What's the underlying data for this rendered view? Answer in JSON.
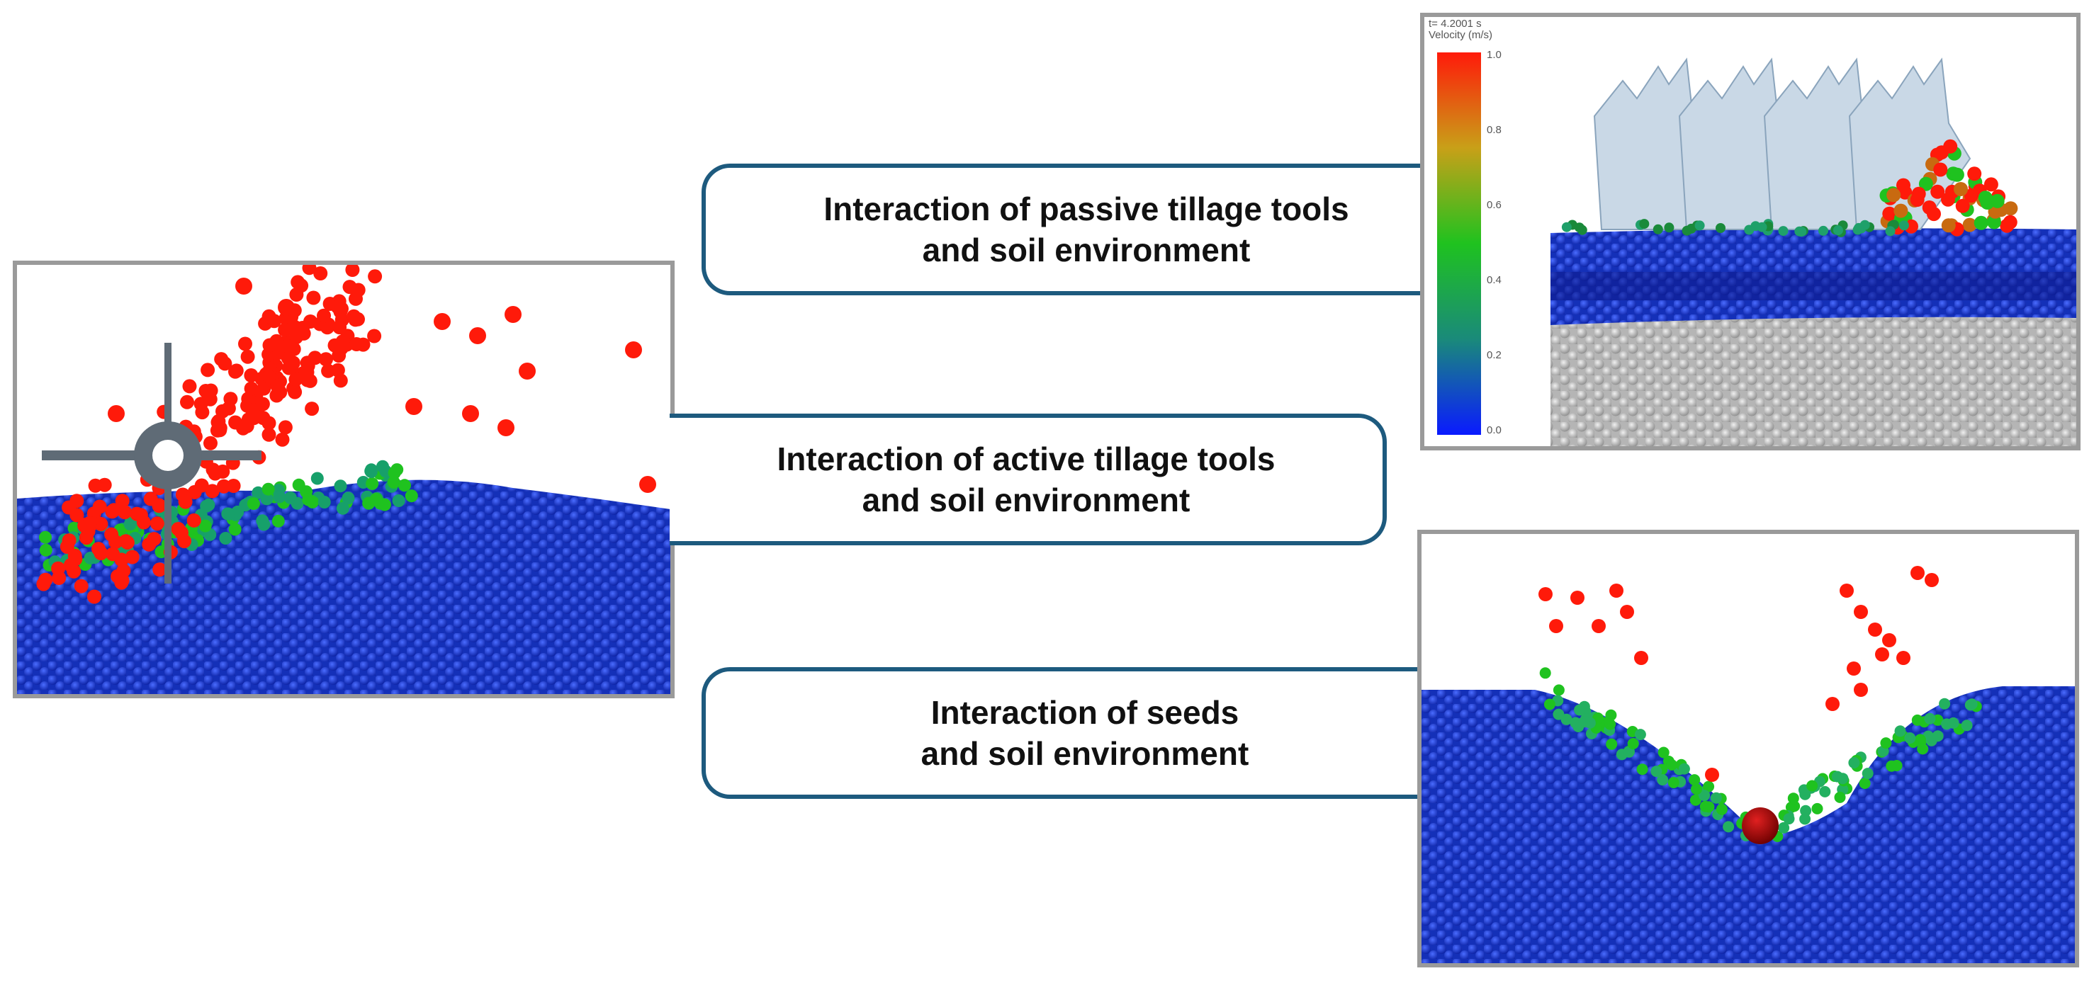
{
  "callouts": {
    "passive": {
      "line1": "Interaction of passive tillage tools",
      "line2": "and soil environment"
    },
    "active": {
      "line1": "Interaction of active tillage tools",
      "line2": "and soil environment"
    },
    "seeds": {
      "line1": "Interaction of seeds",
      "line2": "and soil environment"
    }
  },
  "passive_panel": {
    "legend_title": "Velocity (m/s)",
    "legend_header": "t= 4.2001 s",
    "legend_ticks": [
      "1.0",
      "0.8",
      "0.6",
      "0.4",
      "0.2",
      "0.0"
    ]
  },
  "colors": {
    "callout_border": "#1d5a7e",
    "panel_border": "#9a9a9a",
    "soil_blue": "#1736c8",
    "fast_red": "#ff1a0a",
    "mid_green": "#1fc21f",
    "subsoil_gray": "#bdbdbd",
    "tool_gray": "#5f6b76"
  }
}
